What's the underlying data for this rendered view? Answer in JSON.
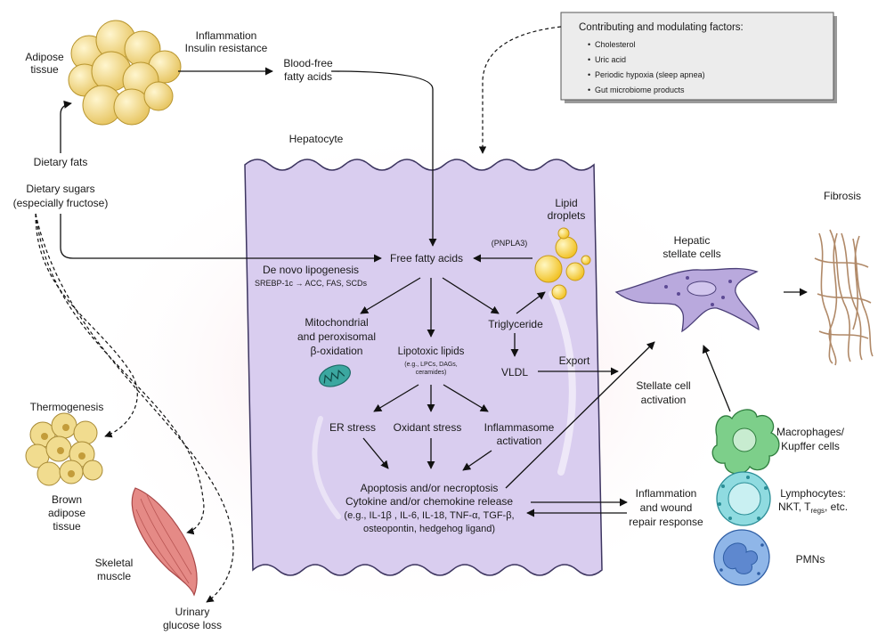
{
  "labels": {
    "adipose": [
      "Adipose",
      "tissue"
    ],
    "inflammation_insulin": [
      "Inflammation",
      "Insulin resistance"
    ],
    "blood_ffa": [
      "Blood-free",
      "fatty acids"
    ],
    "dietary_fats": "Dietary fats",
    "dietary_sugars": [
      "Dietary sugars",
      "(especially fructose)"
    ],
    "hepatocyte": "Hepatocyte",
    "lipid_droplets": [
      "Lipid",
      "droplets"
    ],
    "pnpla3": "(PNPLA3)",
    "free_fatty_acids": "Free fatty acids",
    "de_novo": "De novo lipogenesis",
    "srebp": "SREBP-1c → ACC, FAS, SCDs",
    "mito": [
      "Mitochondrial",
      "and peroxisomal",
      "β-oxidation"
    ],
    "lipotoxic": "Lipotoxic lipids",
    "lipotoxic_eg": [
      "(e.g., LPCs, DAGs,",
      "ceramides)"
    ],
    "triglyceride": "Triglyceride",
    "vldl": "VLDL",
    "export": "Export",
    "er_stress": "ER stress",
    "oxidant_stress": "Oxidant stress",
    "inflammasome": [
      "Inflammasome",
      "activation"
    ],
    "apoptosis": [
      "Apoptosis and/or necroptosis",
      "Cytokine and/or chemokine release",
      "(e.g., IL-1β , IL-6, IL-18, TNF-α, TGF-β,",
      "osteopontin, hedgehog ligand)"
    ],
    "inflammation_wound": [
      "Inflammation",
      "and wound",
      "repair response"
    ],
    "stellate_activation": [
      "Stellate cell",
      "activation"
    ],
    "hepatic_stellate": [
      "Hepatic",
      "stellate cells"
    ],
    "fibrosis": "Fibrosis",
    "macrophages": [
      "Macrophages/",
      "Kupffer cells"
    ],
    "lymphocytes": "Lymphocytes:",
    "lymph_nkt": "NKT, T",
    "lymph_regs": "regs",
    "lymph_etc": ", etc.",
    "pmns": "PMNs",
    "thermogenesis": "Thermogenesis",
    "brown_adipose": [
      "Brown",
      "adipose",
      "tissue"
    ],
    "skeletal_muscle": [
      "Skeletal",
      "muscle"
    ],
    "urinary": [
      "Urinary",
      "glucose loss"
    ]
  },
  "factors_box": {
    "title": "Contributing and modulating factors:",
    "items": [
      "Cholesterol",
      "Uric acid",
      "Periodic hypoxia (sleep apnea)",
      "Gut microbiome products"
    ]
  },
  "colors": {
    "hepatocyte_fill": "#d9cdef",
    "hepatocyte_stroke": "#3d3560",
    "lipid": "#f6d24a",
    "adipose": "#f3dd8d",
    "stellate": "#b9a9dd",
    "macrophage": "#7dcf8a",
    "lymphocyte": "#8fdbe0",
    "pmn": "#8fb6e8",
    "fibrosis": "#b08968",
    "muscle": "#e07a78"
  }
}
